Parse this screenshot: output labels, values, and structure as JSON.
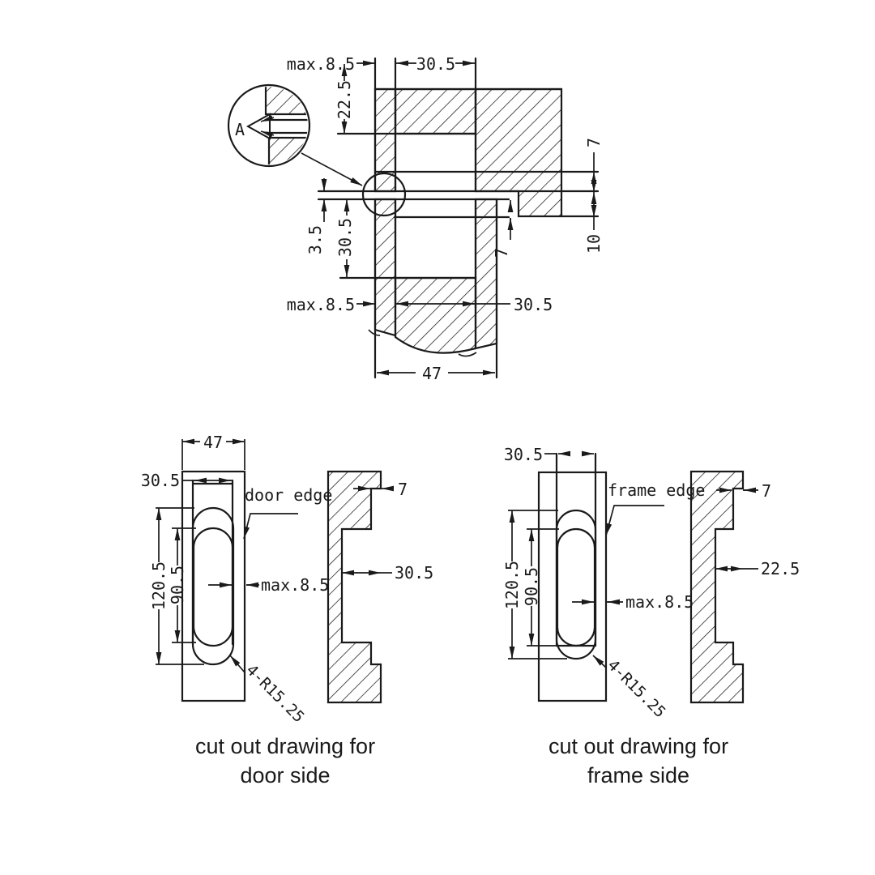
{
  "top_view": {
    "dim_max85_top": "max.8.5",
    "dim_305_top": "30.5",
    "dim_225": "22.5",
    "dim_7_right": "7",
    "dim_10_right": "10",
    "dim_35_left": "3.5",
    "dim_305_left": "30.5",
    "dim_7_mid": "7",
    "dim_max85_bottom": "max.8.5",
    "dim_305_bottom": "30.5",
    "dim_47": "47",
    "detail_label": "A"
  },
  "door_side": {
    "dim_47": "47",
    "dim_305_top": "30.5",
    "edge_label": "door edge",
    "dim_1205": "120.5",
    "dim_905": "90.5",
    "dim_max85": "max.8.5",
    "radius_label": "4-R15.25",
    "dim_7_side": "7",
    "dim_305_side": "30.5",
    "caption_line1": "cut out drawing for",
    "caption_line2": "door side"
  },
  "frame_side": {
    "dim_305_top": "30.5",
    "edge_label": "frame edge",
    "dim_1205": "120.5",
    "dim_905": "90.5",
    "dim_max85": "max.8.5",
    "radius_label": "4-R15.25",
    "dim_7_side": "7",
    "dim_225_side": "22.5",
    "caption_line1": "cut out drawing for",
    "caption_line2": "frame side"
  },
  "colors": {
    "line": "#1a1a1a",
    "background": "#ffffff"
  }
}
